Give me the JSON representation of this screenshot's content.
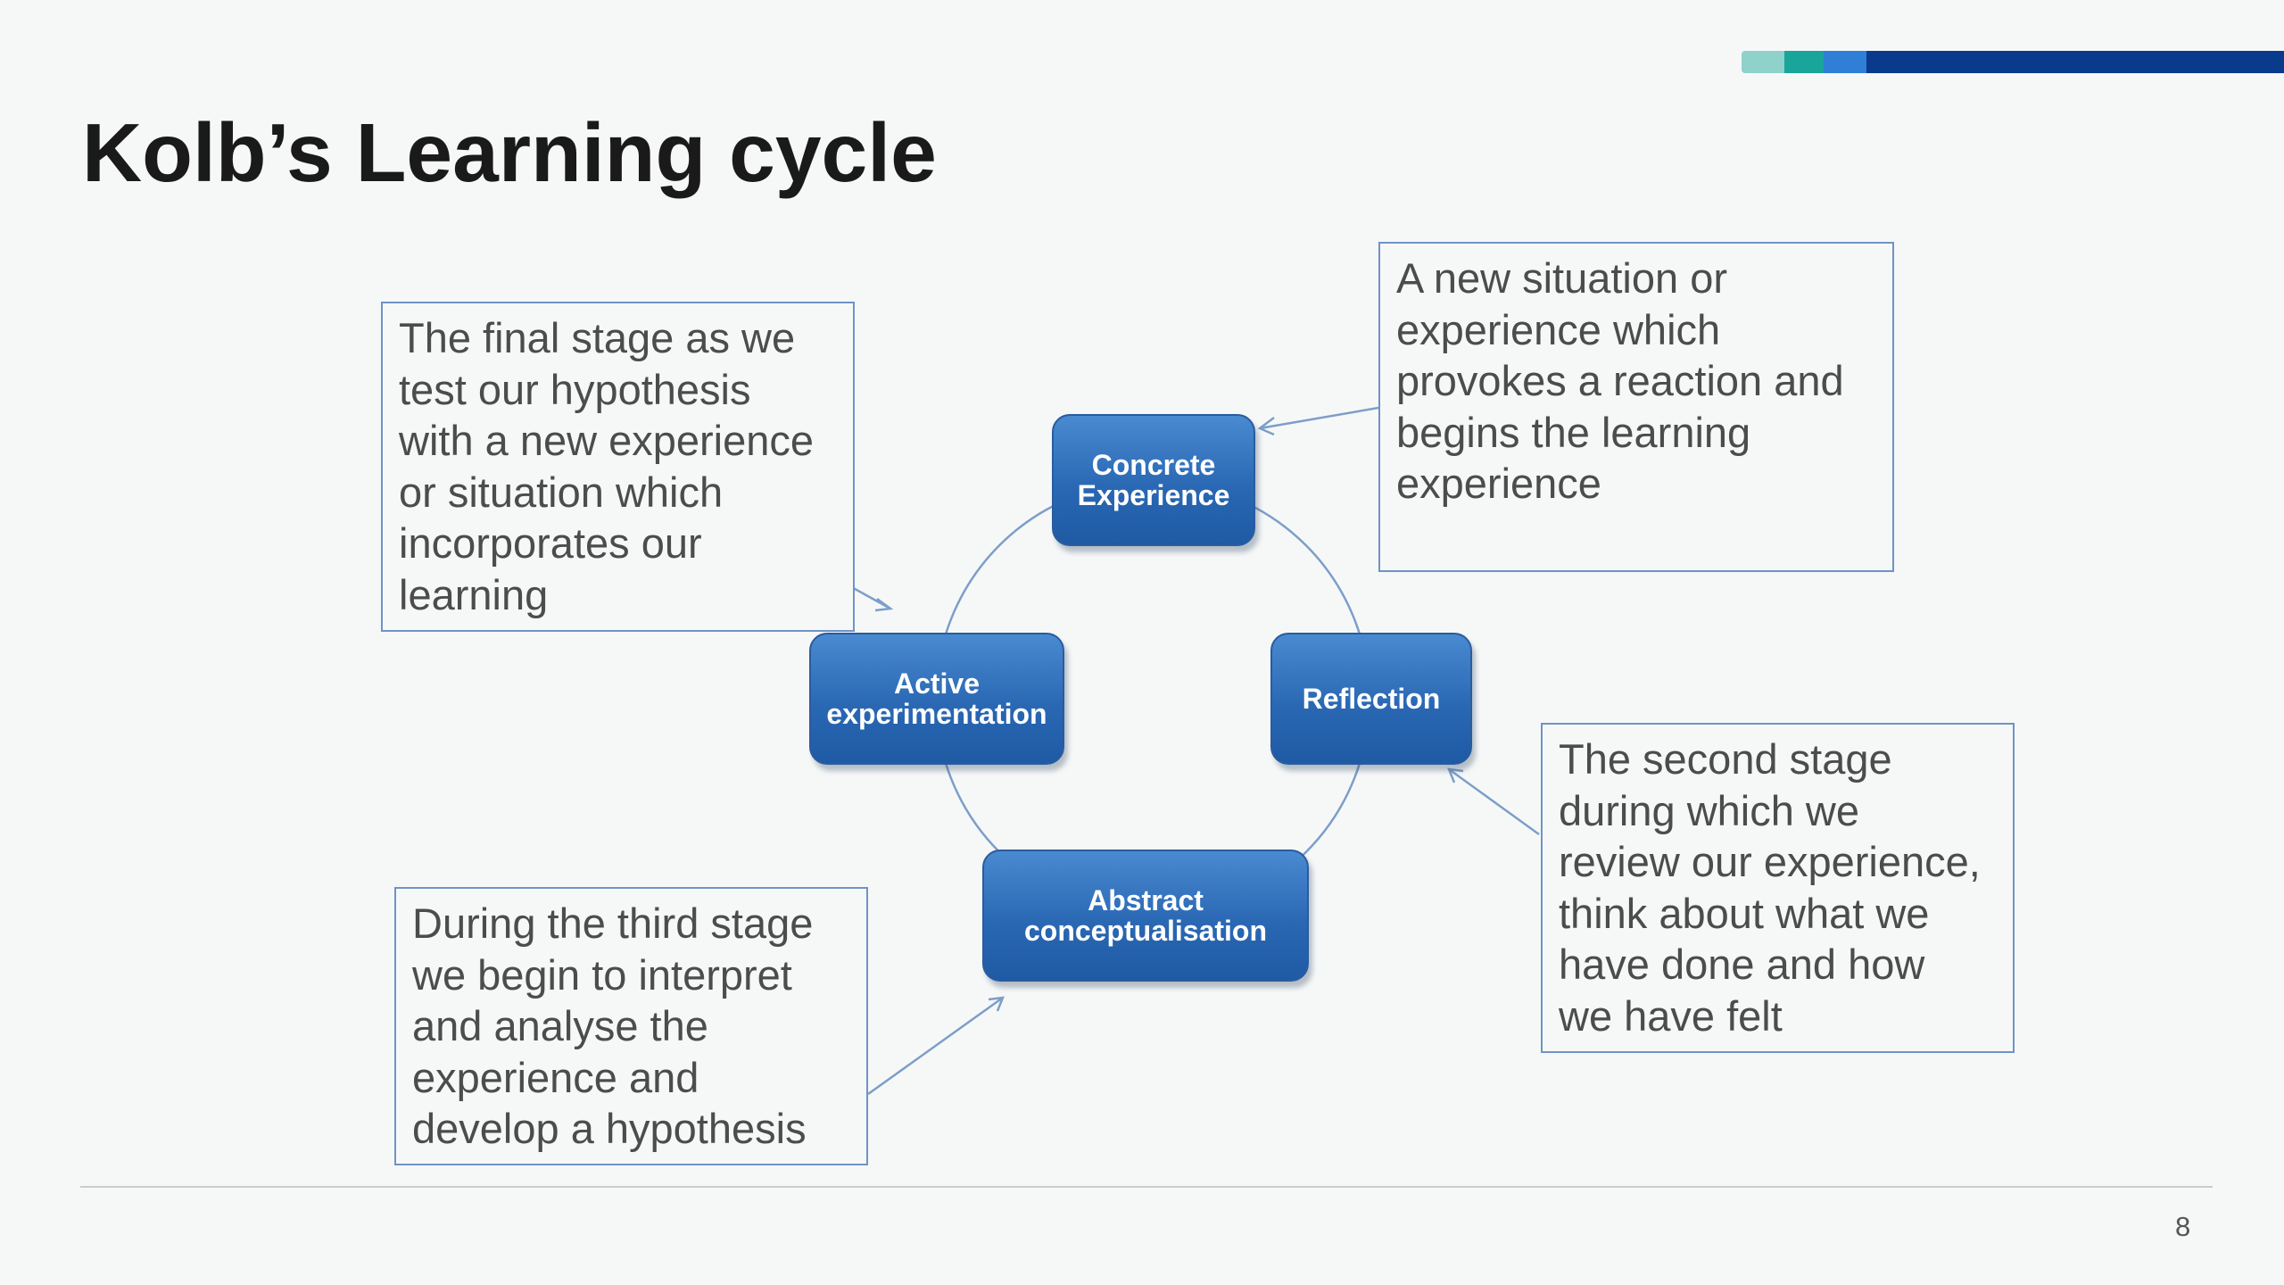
{
  "slide": {
    "title": "Kolb’s Learning cycle",
    "page_number": "8"
  },
  "accent_colors": [
    "#8fd1cb",
    "#1aa59a",
    "#2f7fd6",
    "#0a3a8c"
  ],
  "stages": {
    "concrete": "Concrete\nExperience",
    "reflection": "Reflection",
    "abstract": "Abstract\nconceptualisation",
    "active": "Active\nexperimentation"
  },
  "stage_color": "#2a68b4",
  "callouts": {
    "concrete": "A new situation or\nexperience which\nprovokes a reaction and\nbegins the learning\nexperience",
    "reflection": "The second stage\nduring which we\nreview our experience,\nthink about what we\nhave done and how\nwe have felt",
    "abstract": "During the third stage\nwe begin to interpret\nand analyse the\nexperience and\ndevelop a hypothesis",
    "active": "The final stage as we\ntest our hypothesis\nwith a new experience\nor situation which\nincorporates our\nlearning"
  }
}
